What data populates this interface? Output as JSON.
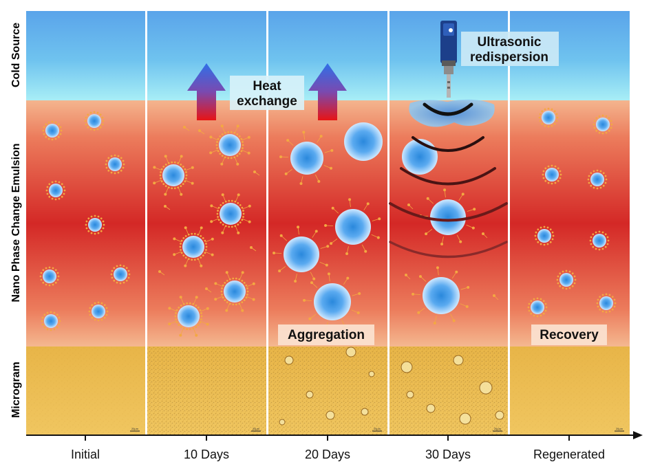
{
  "row_labels": {
    "cold_source": "Cold Source",
    "emulsion": "Nano Phase Change Emulsion",
    "micrograph": "Microgram"
  },
  "stages": [
    "Initial",
    "10 Days",
    "20 Days",
    "30 Days",
    "Regenerated"
  ],
  "callouts": {
    "heat_line1": "Heat",
    "heat_line2": "exchange",
    "ultrasonic_line1": "Ultrasonic",
    "ultrasonic_line2": "redispersion",
    "aggregation": "Aggregation",
    "recovery": "Recovery"
  },
  "scale_bar": "20μm",
  "colors": {
    "cold_top": "#5aa4ea",
    "cold_bottom": "#a6ecf6",
    "emulsion_edge": "#f4b58e",
    "emulsion_core": "#d62a27",
    "micrograph": "#ecbe52",
    "droplet": "#2f8fe0",
    "surfactant": "#f5a840",
    "arrow_top": "#3b6fe0",
    "arrow_bottom": "#e01818"
  },
  "icons": [
    "up-arrow-icon",
    "ultrasonic-probe-icon",
    "timeline-arrow-icon"
  ]
}
